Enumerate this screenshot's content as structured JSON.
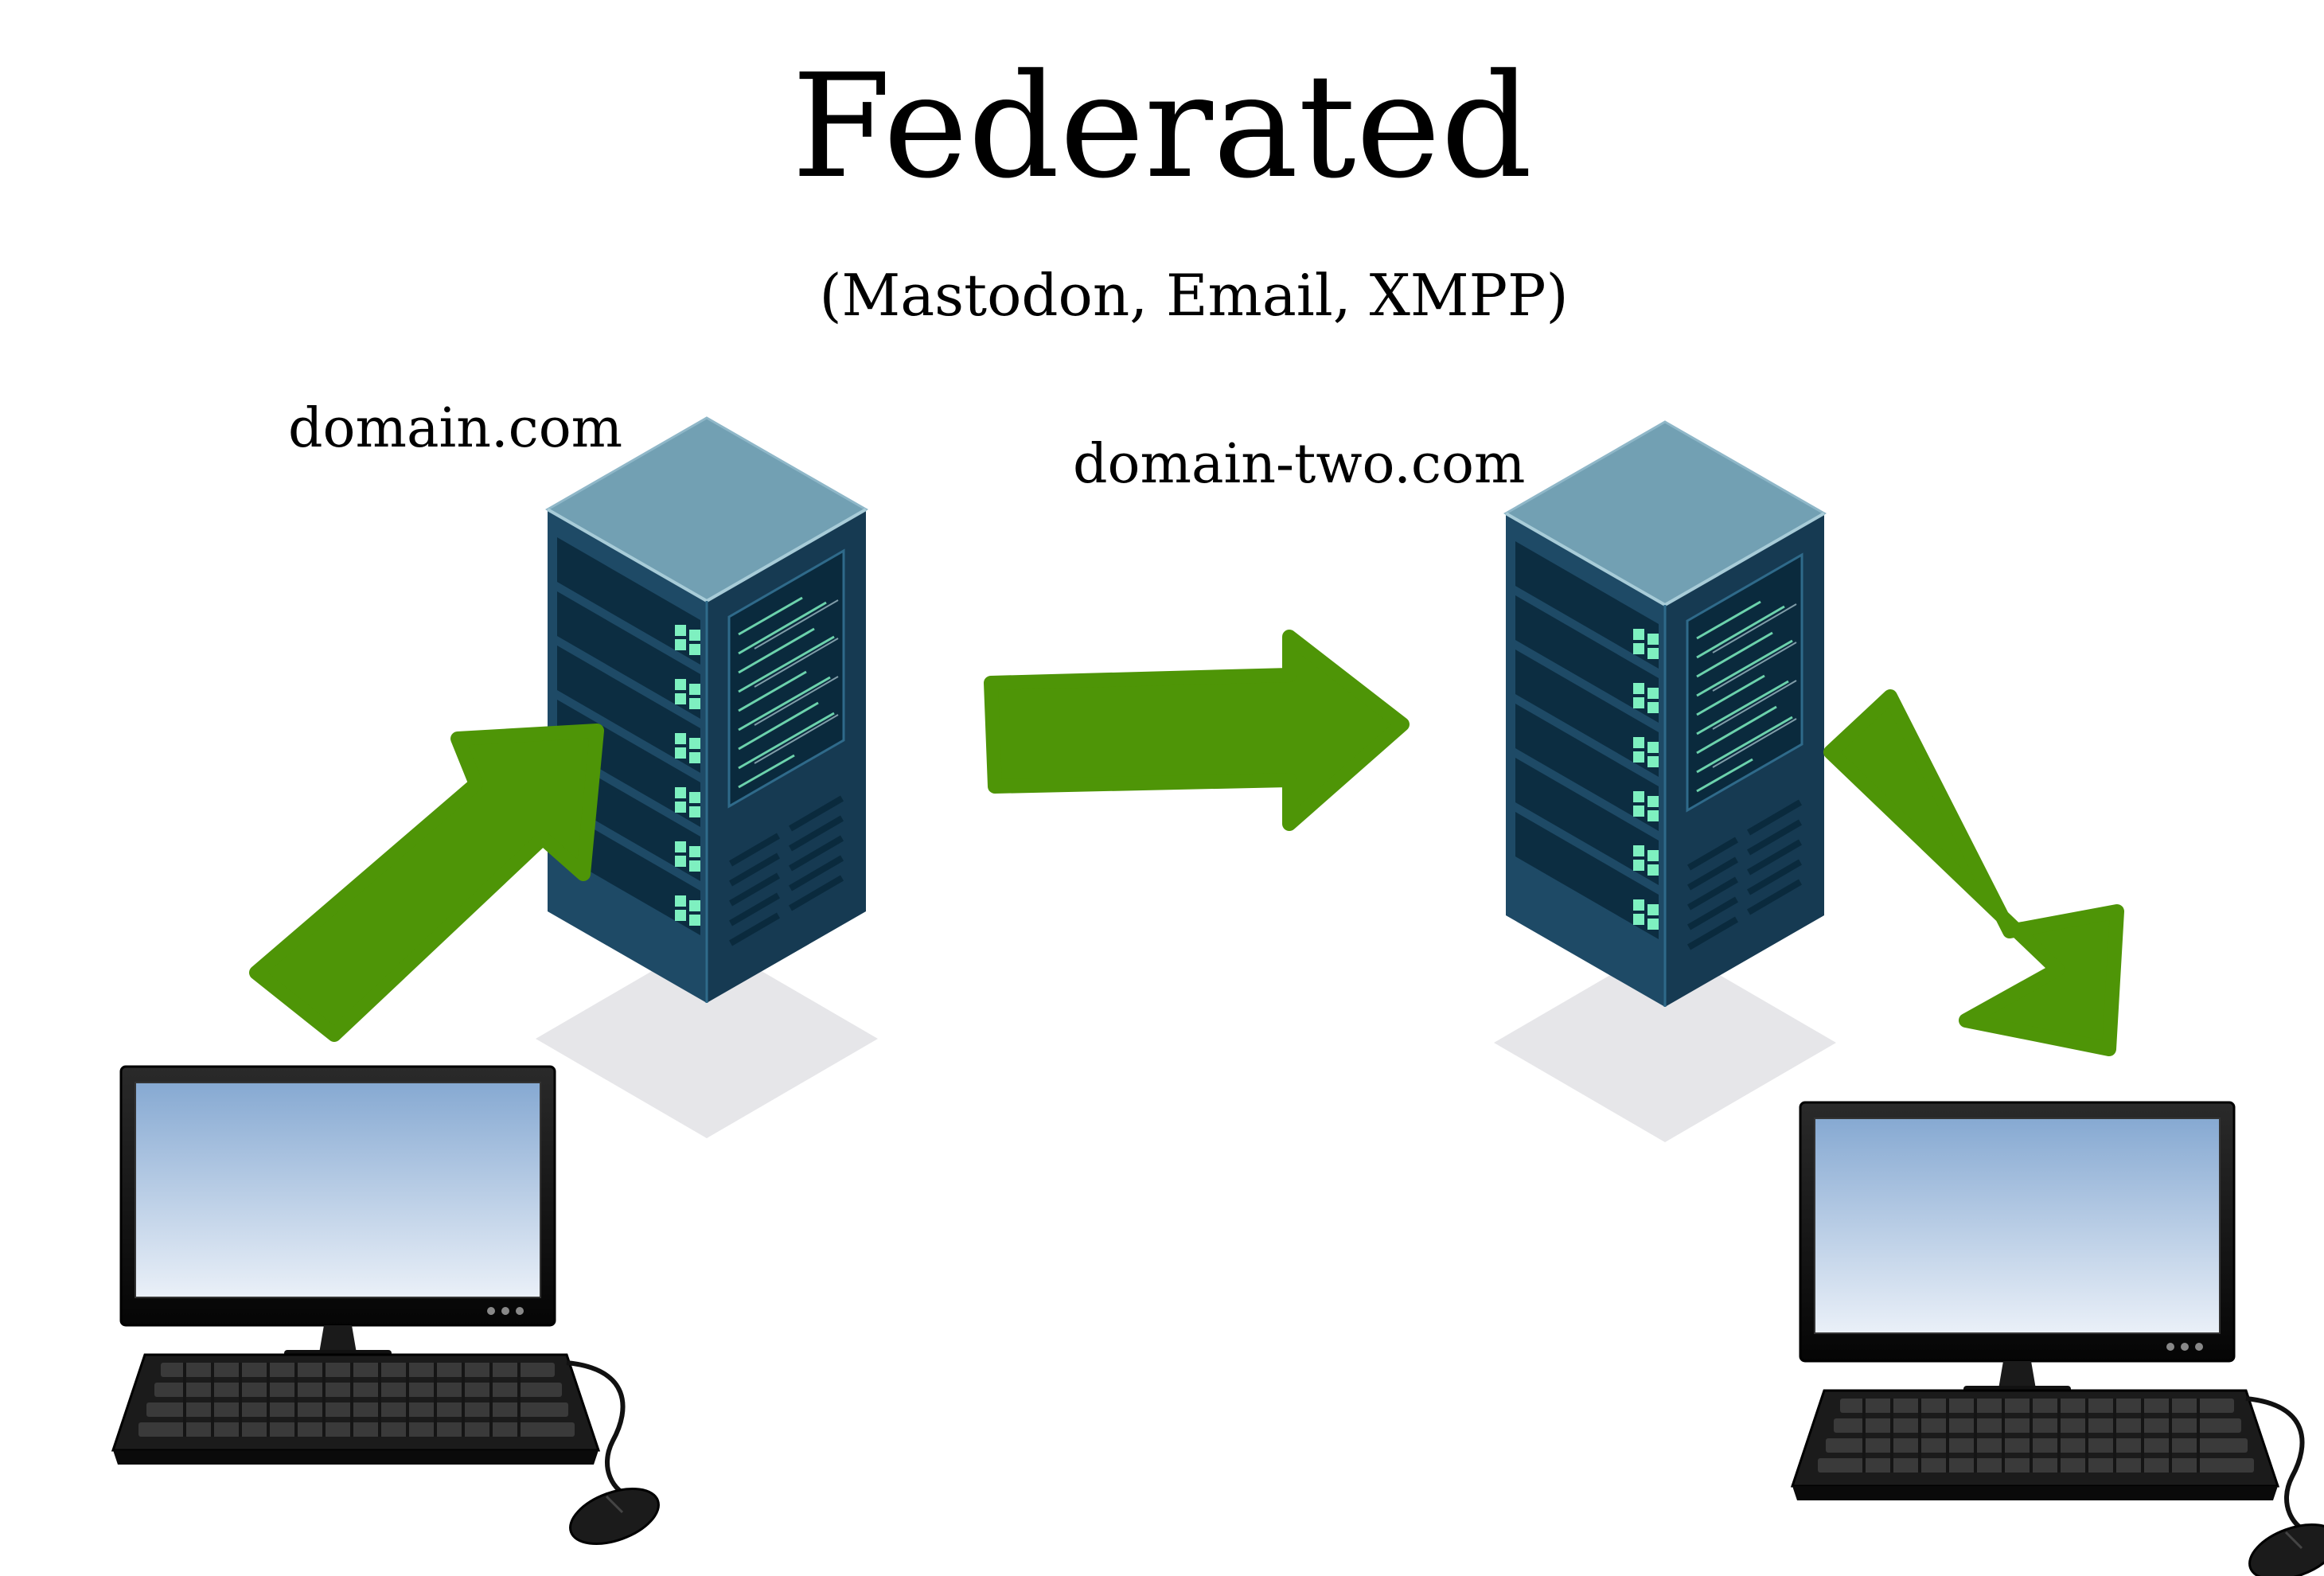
{
  "title": "Federated",
  "subtitle": "(Mastodon,  Email,  XMPP)",
  "nodes": {
    "server_one_label": "domain.com",
    "server_two_label": "domain-two.com"
  },
  "colors": {
    "arrow": "#4e9507",
    "server_top": "#72a0b3",
    "server_front": "#1e4a66",
    "server_side": "#163a52",
    "slot_dark": "#0a2a3d",
    "led": "#7ef0c0",
    "monitor_frame": "#111111",
    "screen_top": "#86a9d2",
    "screen_bottom": "#eaf0f8"
  },
  "icons": [
    "server-icon",
    "computer-icon",
    "arrow-icon"
  ]
}
